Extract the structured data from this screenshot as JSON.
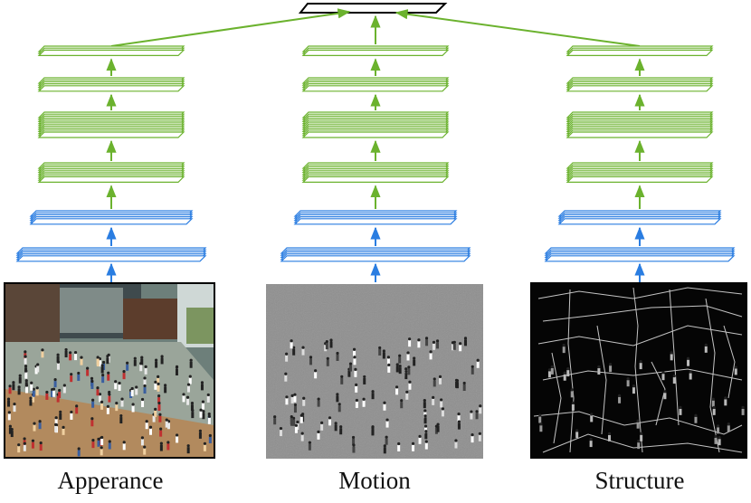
{
  "colors": {
    "conv": "#2a7de1",
    "fc": "#6bb22e",
    "output": "#000000"
  },
  "streams": [
    {
      "id": "appearance",
      "label": "Apperance"
    },
    {
      "id": "motion",
      "label": "Motion"
    },
    {
      "id": "structure",
      "label": "Structure"
    }
  ]
}
